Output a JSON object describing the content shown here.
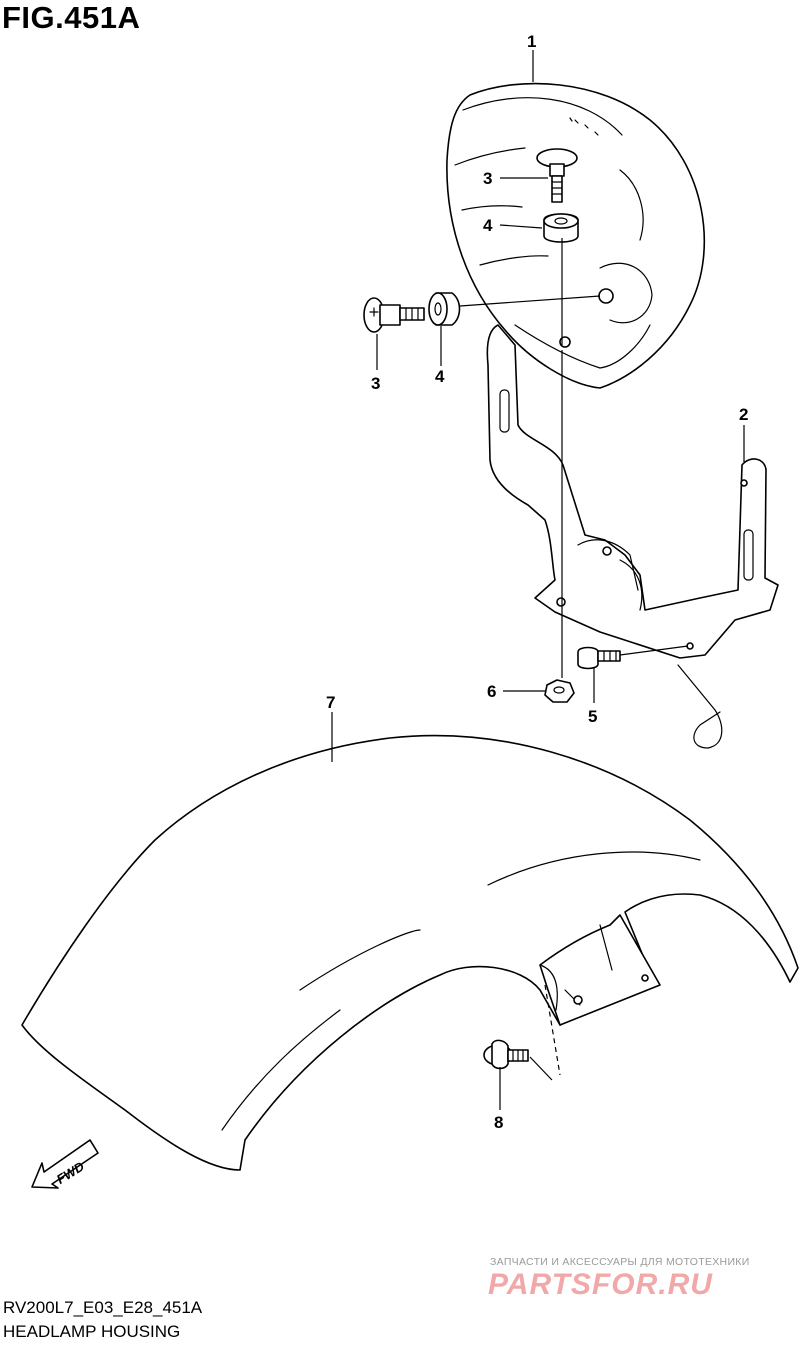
{
  "figure": {
    "title": "FIG.451A",
    "code": "RV200L7_E03_E28_451A",
    "name": "HEADLAMP HOUSING"
  },
  "callouts": [
    {
      "label": "1"
    },
    {
      "label": "2"
    },
    {
      "label": "3"
    },
    {
      "label": "3"
    },
    {
      "label": "4"
    },
    {
      "label": "4"
    },
    {
      "label": "5"
    },
    {
      "label": "6"
    },
    {
      "label": "7"
    },
    {
      "label": "8"
    }
  ],
  "direction_badge": "FWD",
  "watermark": {
    "tagline": "ЗАПЧАСТИ И АКСЕССУАРЫ ДЛЯ МОТОТЕХНИКИ",
    "logo": "PARTSFOR.RU"
  },
  "colors": {
    "ink": "#000000",
    "watermark_logo": "#f0a8a8",
    "watermark_text": "#9a9a9a"
  }
}
